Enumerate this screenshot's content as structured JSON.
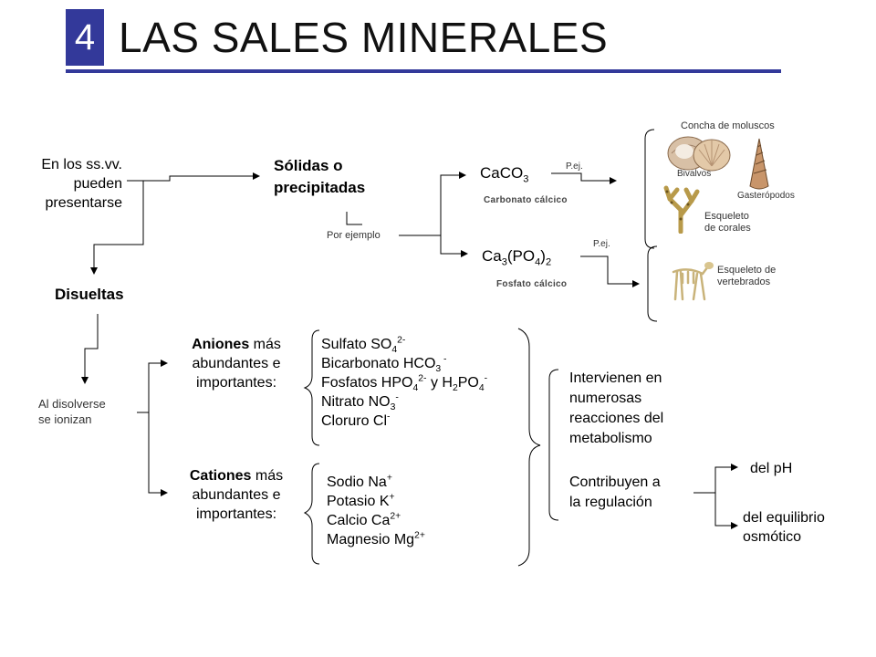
{
  "header": {
    "number": "4",
    "title": "LAS SALES MINERALES",
    "accent": "#33399a"
  },
  "intro": {
    "line1": "En los ss.vv.",
    "line2": "pueden",
    "line3": "presentarse"
  },
  "solidas": {
    "line1": "Sólidas o",
    "line2": "precipitadas",
    "por_ejemplo": "Por ejemplo"
  },
  "caco3": {
    "formula_a": "CaCO",
    "formula_sub": "3",
    "name": "Carbonato  cálcico",
    "pej": "P.ej."
  },
  "ca3po4": {
    "f_a": "Ca",
    "f_sub1": "3",
    "f_b": "(PO",
    "f_sub2": "4",
    "f_c": ")",
    "f_sub3": "2",
    "name": "Fosfato  cálcico",
    "pej": "P.ej."
  },
  "moluscos": {
    "title": "Concha de moluscos",
    "bivalvos": "Bivalvos",
    "gasteropodos": "Gasterópodos",
    "corales_1": "Esqueleto",
    "corales_2": "de corales"
  },
  "vertebrados": {
    "line1": "Esqueleto de",
    "line2": "vertebrados"
  },
  "disueltas": {
    "label": "Disueltas",
    "ionizan_1": "Al disolverse",
    "ionizan_2": "se ionizan"
  },
  "aniones": {
    "head_bold": "Aniones",
    "head_rest": " más",
    "line2": "abundantes e",
    "line3": "importantes:",
    "sulfato": "Sulfato  SO",
    "sulfato_sub": "4",
    "sulfato_sup": "2-",
    "bicarbonato": "Bicarbonato  HCO",
    "bicarbonato_sub": "3",
    "bicarbonato_sup": " -",
    "fosfatos": "Fosfatos  HPO",
    "fosfatos_sub": "4",
    "fosfatos_sup": "2-",
    "fosfatos_mid": " y H",
    "fosfatos_sub2": "2",
    "fosfatos_b": "PO",
    "fosfatos_sub3": "4",
    "fosfatos_sup2": "-",
    "nitrato": "Nitrato  NO",
    "nitrato_sub": "3",
    "nitrato_sup": "-",
    "cloruro": "Cloruro  Cl",
    "cloruro_sup": "-"
  },
  "cationes": {
    "head_bold": "Cationes",
    "head_rest": " más",
    "line2": "abundantes e",
    "line3": "importantes:",
    "sodio": "Sodio   Na",
    "sodio_sup": "+",
    "potasio": "Potasio   K",
    "potasio_sup": "+",
    "calcio": "Calcio   Ca",
    "calcio_sup": "2+",
    "magnesio": "Magnesio   Mg",
    "magnesio_sup": "2+"
  },
  "funciones": {
    "f1_1": "Intervienen en",
    "f1_2": "numerosas",
    "f1_3": "reacciones del",
    "f1_4": "metabolismo",
    "f2_1": "Contribuyen a",
    "f2_2": "la regulación",
    "ph": "del pH",
    "osm_1": "del equilibrio",
    "osm_2": "osmótico"
  }
}
